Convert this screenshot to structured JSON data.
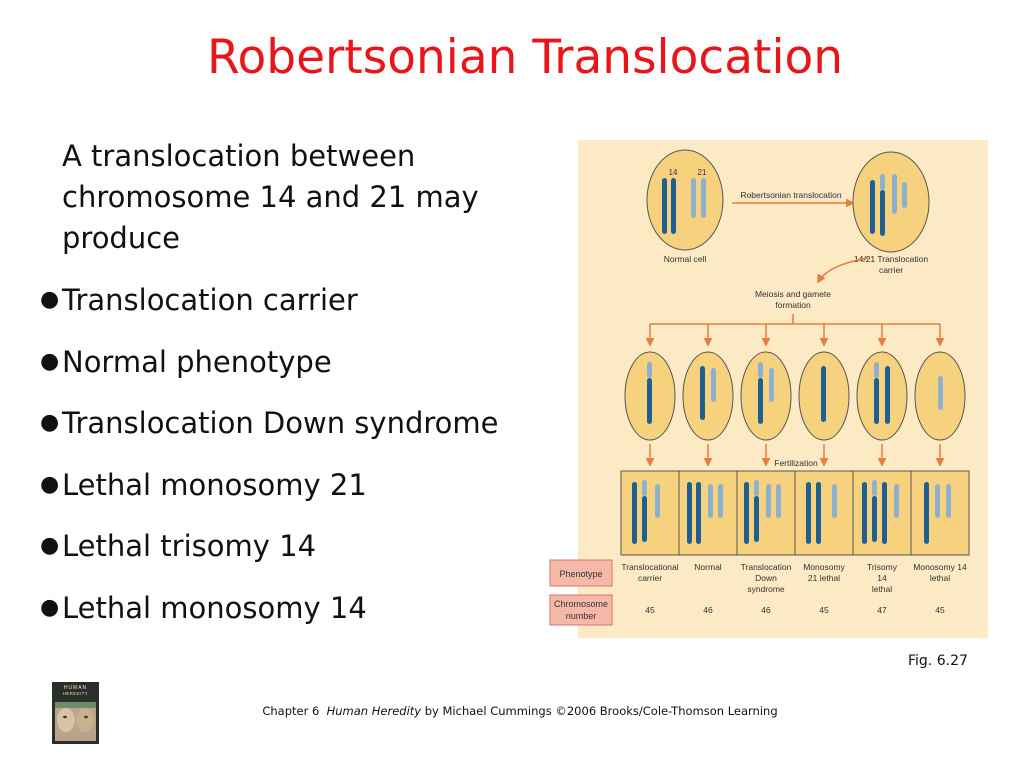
{
  "title": "Robertsonian Translocation",
  "intro": "A translocation between chromosome 14 and 21 may produce",
  "bullets": [
    "Translocation carrier",
    "Normal phenotype",
    "Translocation Down syndrome",
    "Lethal monosomy 21",
    "Lethal trisomy 14",
    "Lethal monosomy 14"
  ],
  "figure": {
    "chrom_14_label": "14",
    "chrom_21_label": "21",
    "normal_cell_label": "Normal cell",
    "arrow_label": "Robertsonian translocation",
    "carrier_label": [
      "14/21 Translocation",
      "carrier"
    ],
    "meiosis_label": [
      "Meiosis and gamete",
      "formation"
    ],
    "fertilization_label": "Fertilization",
    "row_labels": {
      "phenotype": "Phenotype",
      "chromosome_number": [
        "Chromosome",
        "number"
      ]
    },
    "outcomes": [
      {
        "phenotype": [
          "Translocational",
          "carrier"
        ],
        "number": "45"
      },
      {
        "phenotype": [
          "Normal"
        ],
        "number": "46"
      },
      {
        "phenotype": [
          "Translocation",
          "Down",
          "syndrome"
        ],
        "number": "46"
      },
      {
        "phenotype": [
          "Monosomy",
          "21 lethal"
        ],
        "number": "45"
      },
      {
        "phenotype": [
          "Trisomy",
          "14",
          "lethal"
        ],
        "number": "47"
      },
      {
        "phenotype": [
          "Monosomy 14",
          "lethal"
        ],
        "number": "45"
      }
    ],
    "colors": {
      "panel": "#fbeac3",
      "cell": "#f7d27e",
      "dark_chrom": "#1f5f93",
      "light_chrom": "#8fb0cc",
      "arrow": "#e87d3e",
      "label_box": "#f6b9a8"
    }
  },
  "fig_caption": "Fig. 6.27",
  "footer": {
    "chapter": "Chapter 6",
    "book": "Human Heredity",
    "rest": "by Michael Cummings ©2006 Brooks/Cole-Thomson Learning"
  },
  "book_cover_text": [
    "HUMAN",
    "HEREDITY"
  ]
}
